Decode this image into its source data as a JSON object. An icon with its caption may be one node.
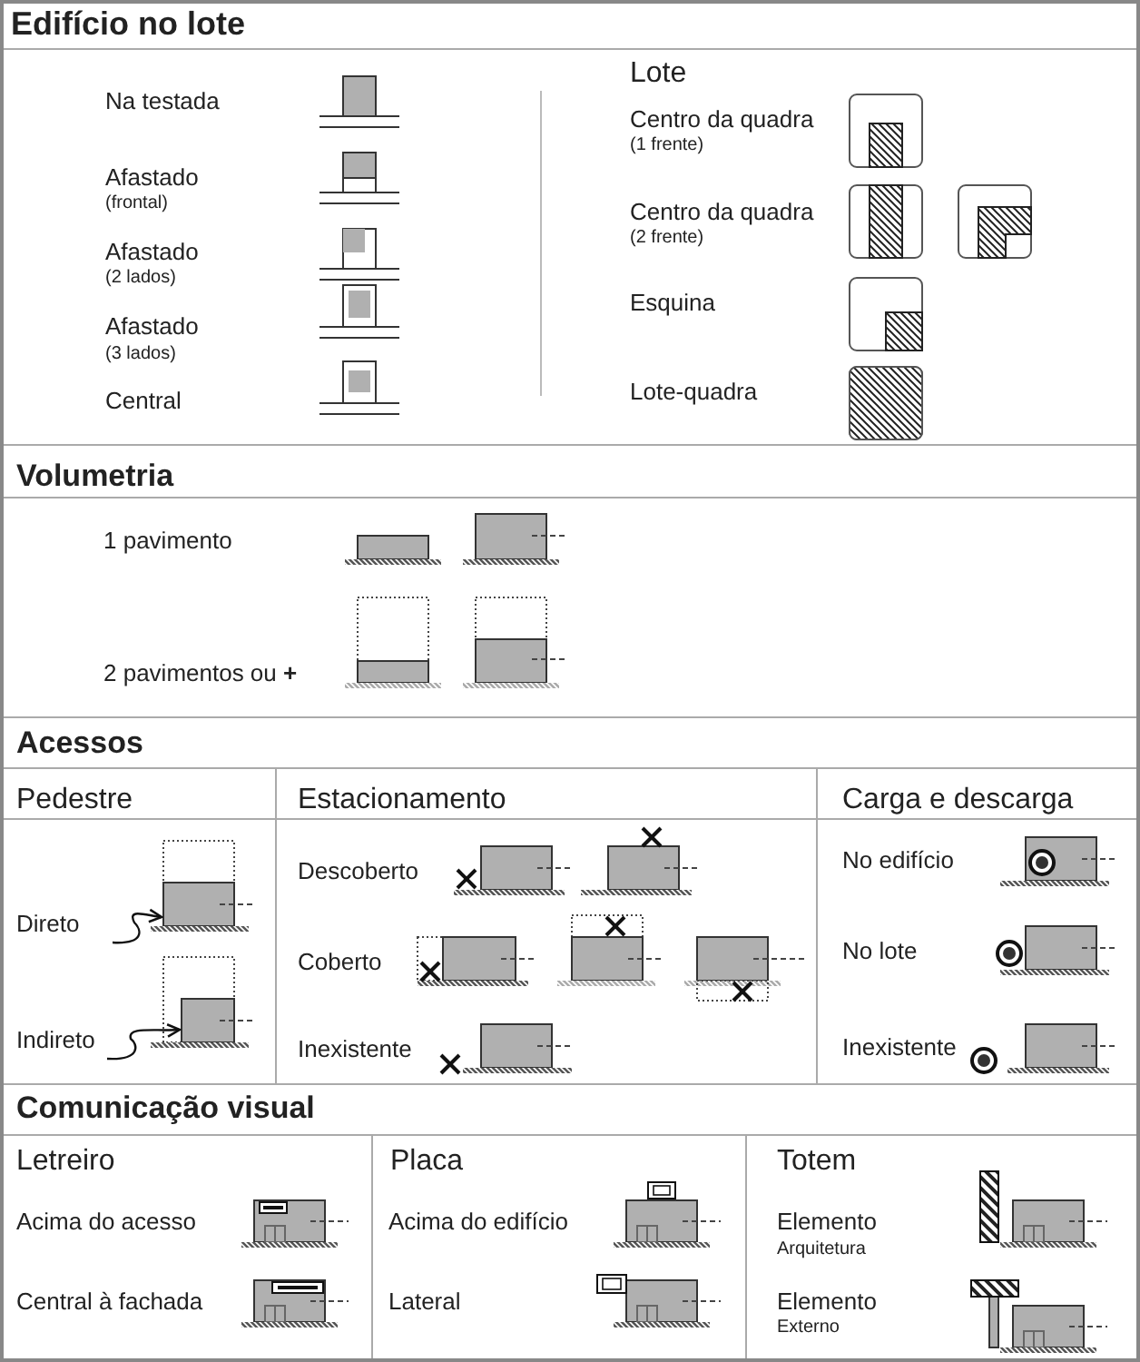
{
  "diagram": {
    "labels": [
      "Edifício no lote",
      "Na testada",
      "Afastado",
      "(frontal)",
      "Afastado",
      "(2 lados)",
      "Afastado",
      "(3 lados)",
      "Central",
      "Lote",
      "Centro da quadra",
      "(1 frente)",
      "Centro da quadra",
      "(2 frente)",
      "Esquina",
      "Lote-quadra",
      "Volumetria",
      "1 pavimento",
      "2 pavimentos ou **+**",
      "Acessos",
      "Pedestre",
      "Estacionamento",
      "Carga e descarga",
      "Direto",
      "Indireto",
      "Descoberto",
      "Coberto",
      "Inexistente",
      "No edifício",
      "No lote",
      "Inexistente",
      "Comunicação visual",
      "Letreiro",
      "Placa",
      "Totem",
      "Acima do acesso",
      "Central à fachada",
      "Acima do edifício",
      "Lateral",
      "Elemento",
      "Arquitetura",
      "Elemento",
      "Externo"
    ]
  }
}
